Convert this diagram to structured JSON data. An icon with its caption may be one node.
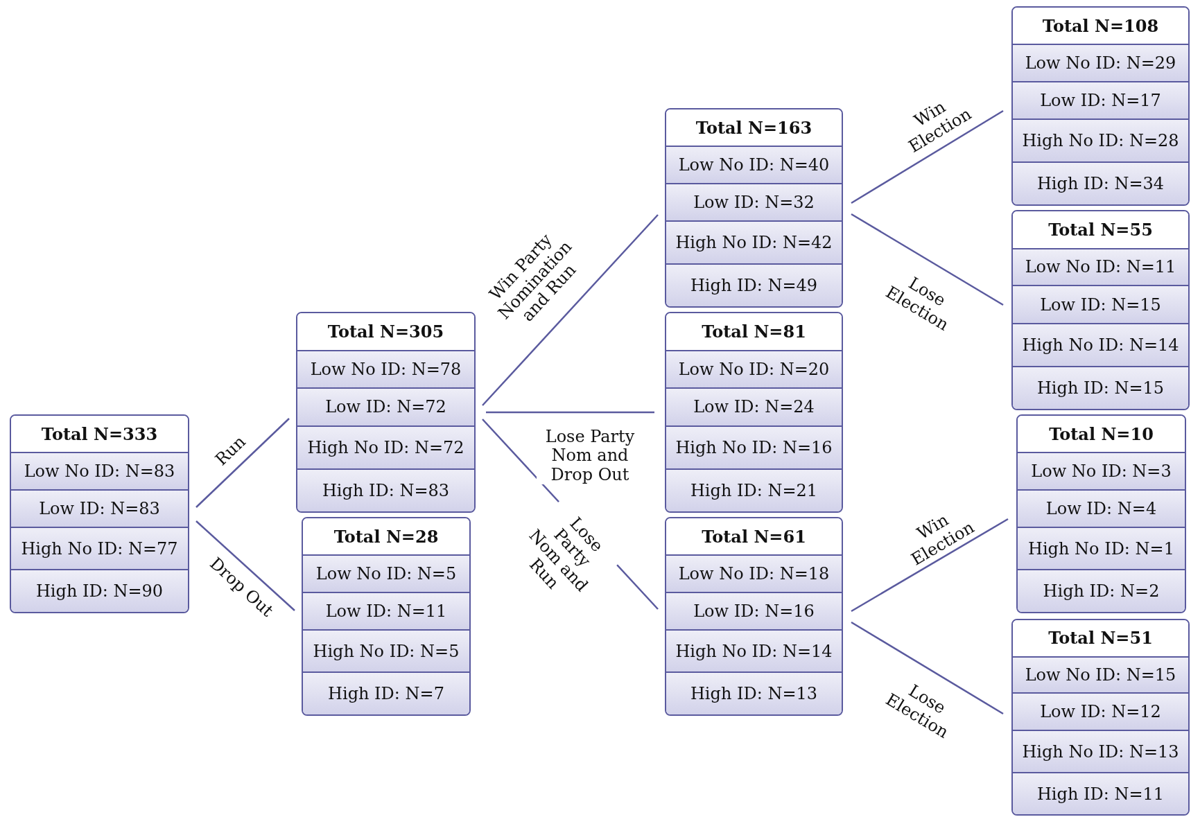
{
  "diagram": {
    "nodes": [
      {
        "text": [
          "Total N=333",
          "Low No ID: N=83",
          "Low ID: N=83",
          "High No ID: N=77",
          "High ID: N=90"
        ]
      },
      {
        "text": [
          "Total N=305",
          "Low No ID: N=78",
          "Low ID: N=72",
          "High No ID: N=72",
          "High ID: N=83"
        ]
      },
      {
        "text": [
          "Total N=28",
          "Low No ID: N=5",
          "Low ID: N=11",
          "High No ID: N=5",
          "High ID: N=7"
        ]
      },
      {
        "text": [
          "Total N=163",
          "Low No ID: N=40",
          "Low ID: N=32",
          "High No ID: N=42",
          "High ID: N=49"
        ]
      },
      {
        "text": [
          "Total N=81",
          "Low No ID: N=20",
          "Low ID: N=24",
          "High No ID: N=16",
          "High ID: N=21"
        ]
      },
      {
        "text": [
          "Total N=61",
          "Low No ID: N=18",
          "Low ID: N=16",
          "High No ID: N=14",
          "High ID: N=13"
        ]
      },
      {
        "text": [
          "Total N=108",
          "Low No ID: N=29",
          "Low ID: N=17",
          "High No ID: N=28",
          "High ID: N=34"
        ]
      },
      {
        "text": [
          "Total N=55",
          "Low No ID: N=11",
          "Low ID: N=15",
          "High No ID: N=14",
          "High ID: N=15"
        ]
      },
      {
        "text": [
          "Total N=10",
          "Low No ID: N=3",
          "Low ID: N=4",
          "High No ID: N=1",
          "High ID: N=2"
        ]
      },
      {
        "text": [
          "Total N=51",
          "Low No ID: N=15",
          "Low ID: N=12",
          "High No ID: N=13",
          "High ID: N=11"
        ]
      }
    ],
    "edges": [
      {
        "from": 0,
        "to": 1,
        "arrow": "none",
        "label": "Run"
      },
      {
        "from": 0,
        "to": 2,
        "arrow": "none",
        "label": "Drop Out"
      },
      {
        "from": 1,
        "to": 3,
        "arrow": "none",
        "label": "Win Party Nomination and Run"
      },
      {
        "from": 1,
        "to": 4,
        "arrow": "none",
        "label": "Lose Party Nom and Drop Out"
      },
      {
        "from": 1,
        "to": 5,
        "arrow": "none",
        "label": "Lose Party Nom and Run"
      },
      {
        "from": 3,
        "to": 6,
        "arrow": "none",
        "label": "Win Election"
      },
      {
        "from": 3,
        "to": 7,
        "arrow": "none",
        "label": "Lose Election"
      },
      {
        "from": 5,
        "to": 8,
        "arrow": "none",
        "label": "Win Election"
      },
      {
        "from": 5,
        "to": 9,
        "arrow": "none",
        "label": "Lose Election"
      }
    ]
  }
}
